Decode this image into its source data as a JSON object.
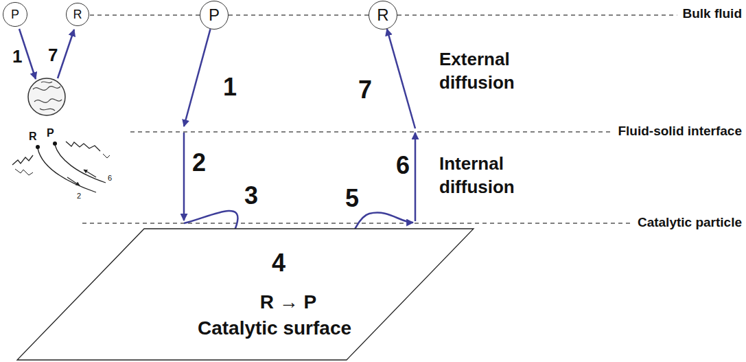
{
  "diagram": {
    "nodes": [
      {
        "text": [
          "P"
        ]
      },
      {
        "text": [
          "R"
        ]
      },
      {
        "text": [
          "P"
        ]
      },
      {
        "text": [
          "R"
        ]
      },
      {
        "text": [
          "R → P",
          "Catalytic surface"
        ]
      }
    ],
    "edges": [
      {
        "from": 2,
        "to": 4,
        "arrow": "to"
      },
      {
        "from": 4,
        "to": 3,
        "arrow": "to"
      }
    ],
    "labels": [
      "1",
      "7",
      "R",
      "P",
      "2",
      "6",
      "1",
      "2",
      "3",
      "4",
      "5",
      "6",
      "7",
      "Bulk fluid",
      "External diffusion",
      "Fluid-solid interface",
      "Internal diffusion",
      "Catalytic particle"
    ]
  }
}
